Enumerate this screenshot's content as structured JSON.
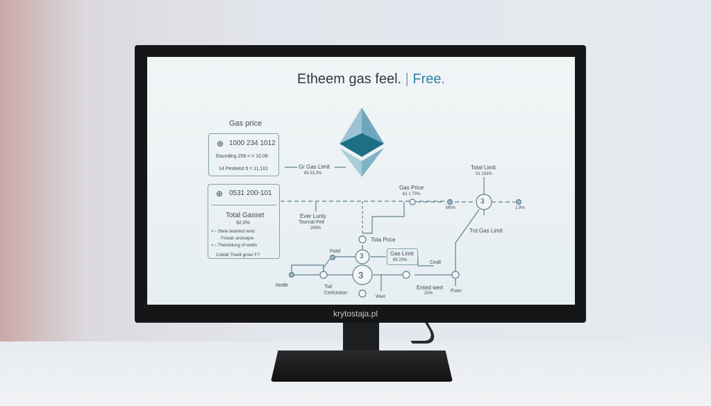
{
  "title": {
    "main": "Etheem gas feel.",
    "separator": "|",
    "accent": "Free."
  },
  "brand": "krytostaja.pl",
  "box1": {
    "heading": "Gas price",
    "value": "1000 234 1012",
    "line1": "Eaunding 258 = = 10.08",
    "line2": "14 Pesleest 5 = 11,101"
  },
  "box2": {
    "value": "0531 200-101",
    "heading": "Total Gasset",
    "pct": "92.0%",
    "line1": "> › Stele tetarted tend",
    "line2": "Fowair ardoogre",
    "line3": "> › Thetoblung of wetts",
    "footer": "Colidd Thedt groer F7"
  },
  "labels": {
    "gas_limit": "Gr Gas Limit",
    "gas_limit_pct": "85 53.3%",
    "ever": "Ever Lunly",
    "tournal": "Tournal Peit",
    "tournal_pct": "283%",
    "gas_price": "Gas Price",
    "gas_price_pct": "61 1 T0%",
    "total_limit": "Total Limit",
    "total_limit_pct": "01 233%",
    "pct_mid": "M0%",
    "pct_right": "1.9%",
    "trd_gas_limit": "Trd Gas Limit",
    "tota_price": "Tota Price",
    "field": "Fiold",
    "gas_limit_box": "Gas Limit",
    "gas_limit_box_pct": "65 23%",
    "ceall": "Ceall",
    "node": "Nodle",
    "trial": "Tial",
    "conformation": "Cerlcintion",
    "wied": "Wied",
    "ented": "Ented wert",
    "ented_pct": "20%",
    "fuon": "Fuon",
    "node3": "3"
  },
  "colors": {
    "accent": "#2a86a8",
    "eth_dark": "#1e6f86"
  }
}
